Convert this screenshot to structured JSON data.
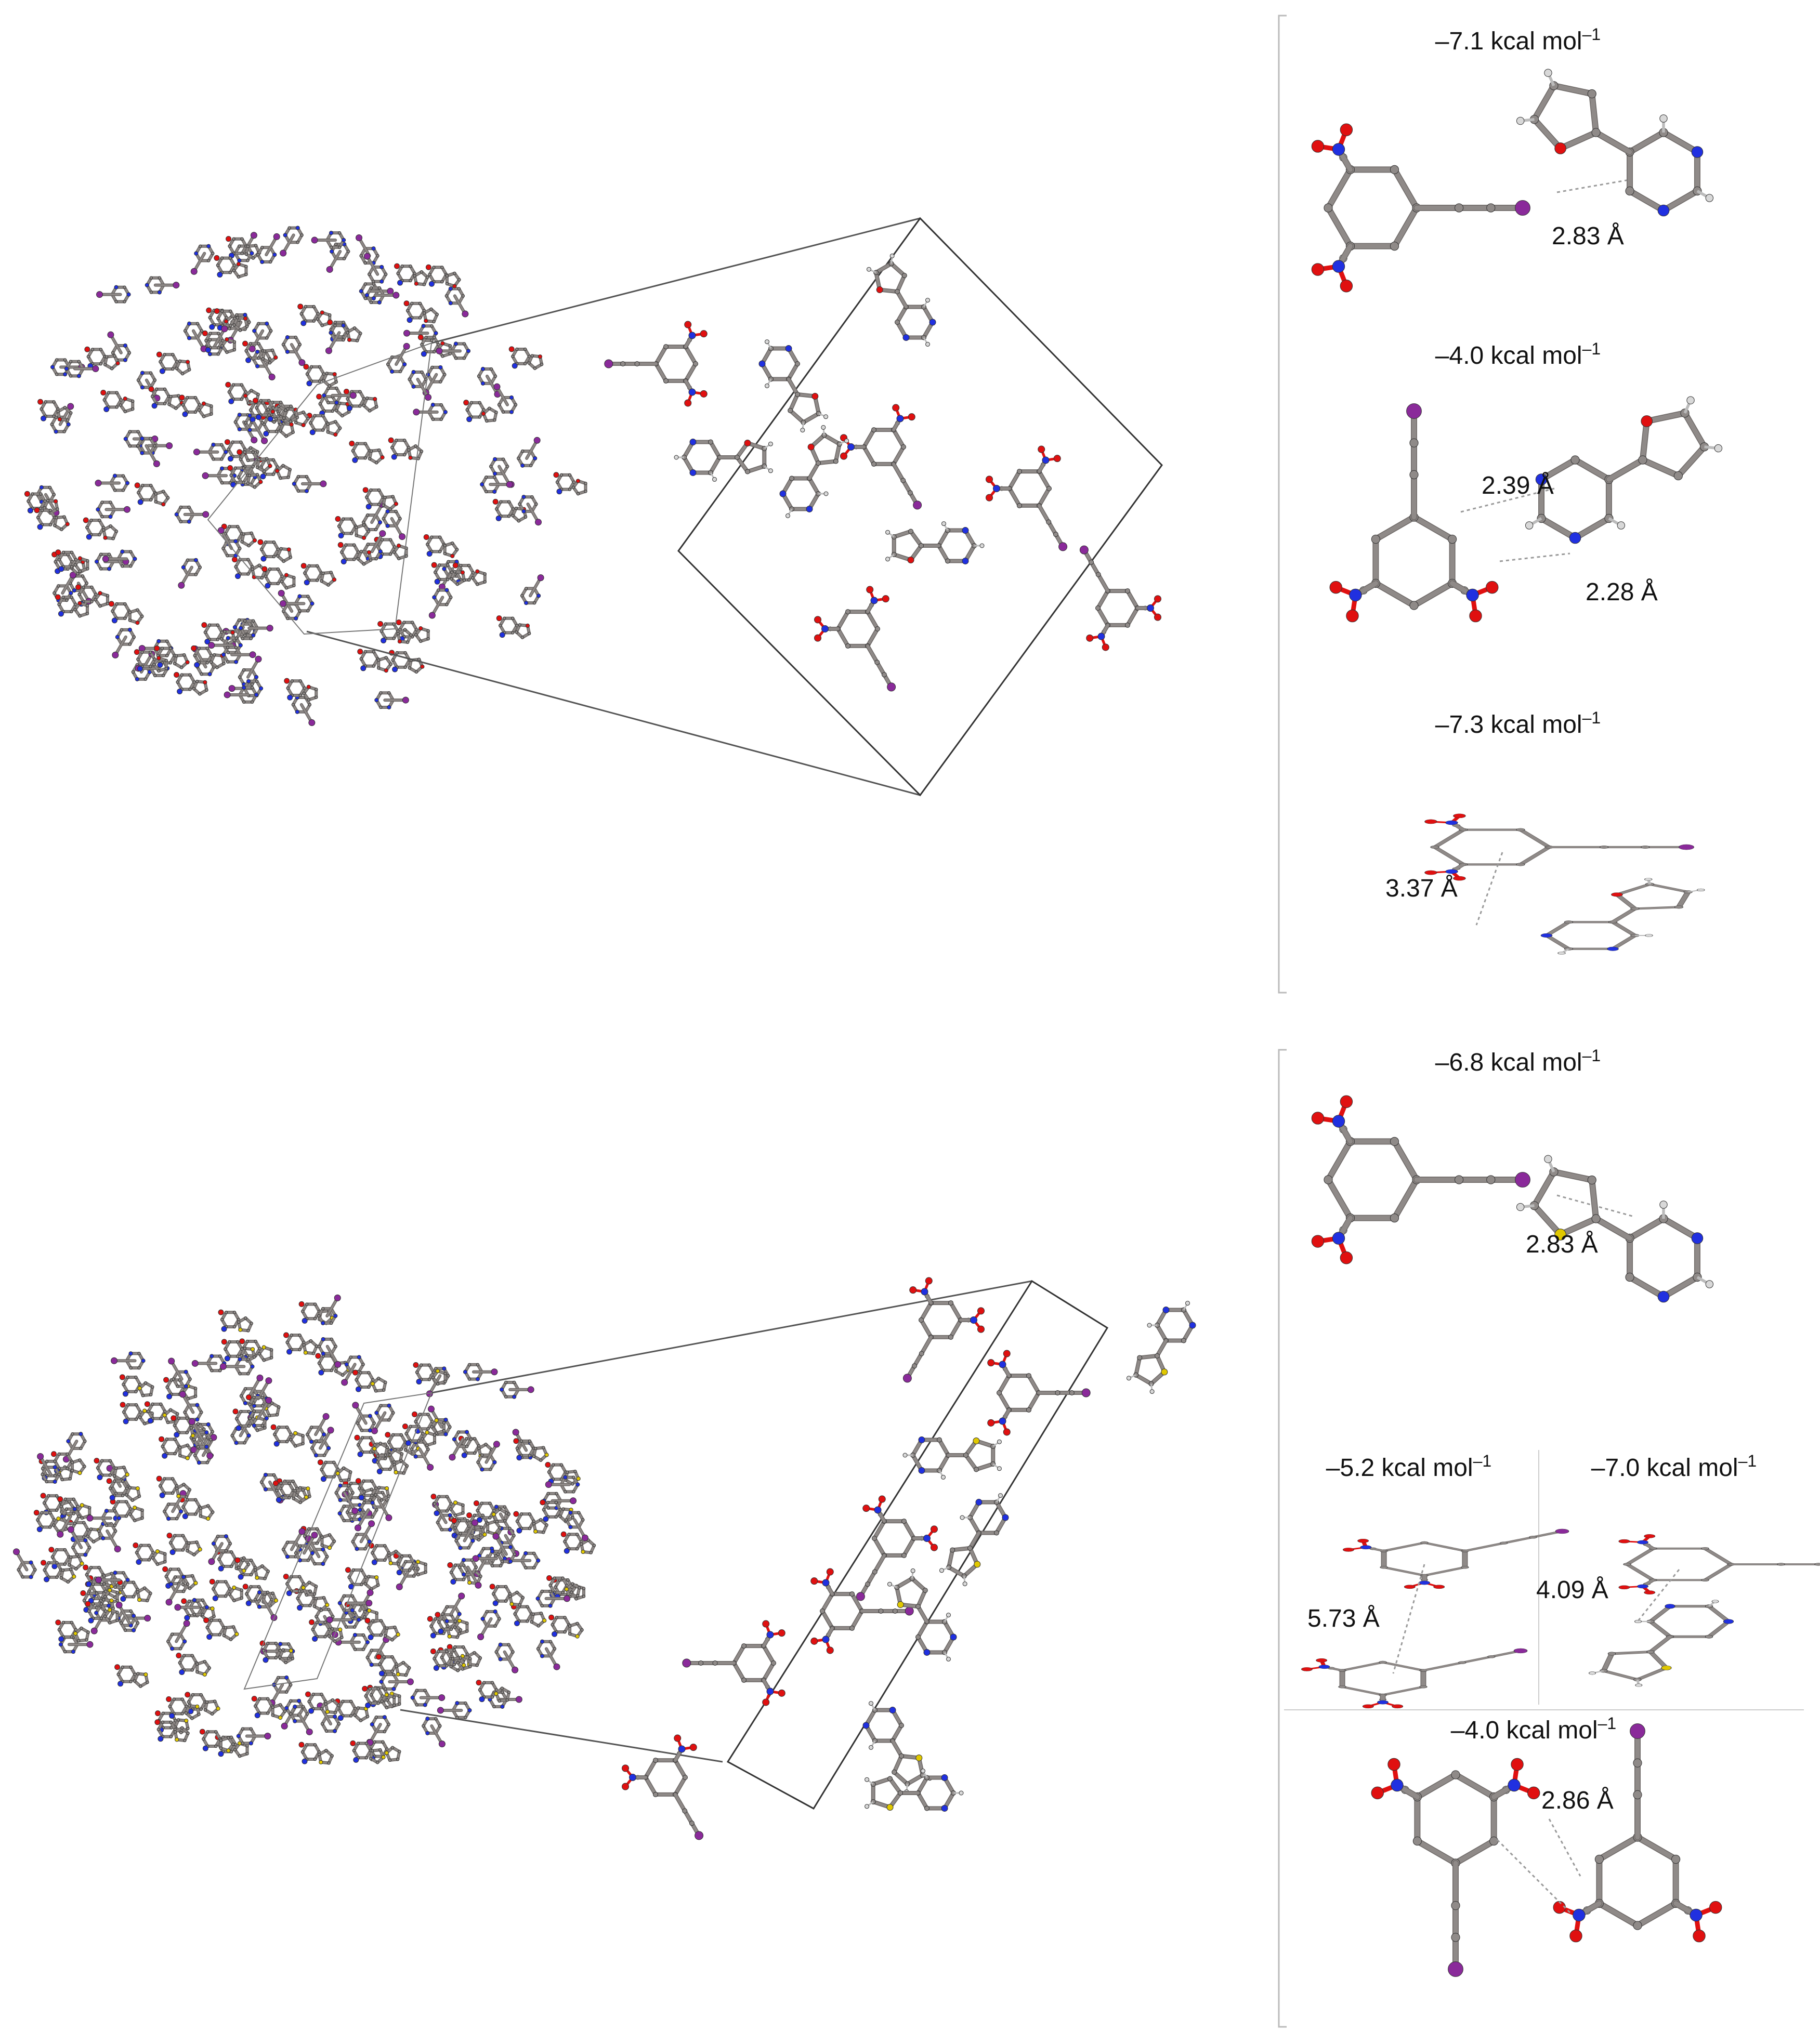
{
  "colors": {
    "carbon": "#8f8a88",
    "carbon_dark": "#6f6a68",
    "oxygen": "#e01010",
    "nitrogen": "#2030e0",
    "iodine": "#8a2a9a",
    "sulfur": "#e0c800",
    "hydrogen": "#d8d8d8",
    "frame": "#333333",
    "contact": "#9a9a9a"
  },
  "top": {
    "interactions": [
      {
        "energy": "–7.1 kcal mol",
        "sup": "–1",
        "distance": "2.83 Å"
      },
      {
        "energy": "–4.0 kcal mol",
        "sup": "–1",
        "distances": [
          "2.39 Å",
          "2.28 Å"
        ]
      },
      {
        "energy": "–7.3 kcal mol",
        "sup": "–1",
        "distance": "3.37 Å"
      }
    ]
  },
  "bottom": {
    "interactions": [
      {
        "energy": "–6.8 kcal mol",
        "sup": "–1",
        "distance": "2.83 Å"
      },
      {
        "energy": "–5.2 kcal mol",
        "sup": "–1",
        "distance": "5.73 Å"
      },
      {
        "energy": "–7.0 kcal mol",
        "sup": "–1",
        "distance": "4.09 Å"
      },
      {
        "energy": "–4.0 kcal mol",
        "sup": "–1",
        "distance": "2.86 Å"
      }
    ]
  }
}
